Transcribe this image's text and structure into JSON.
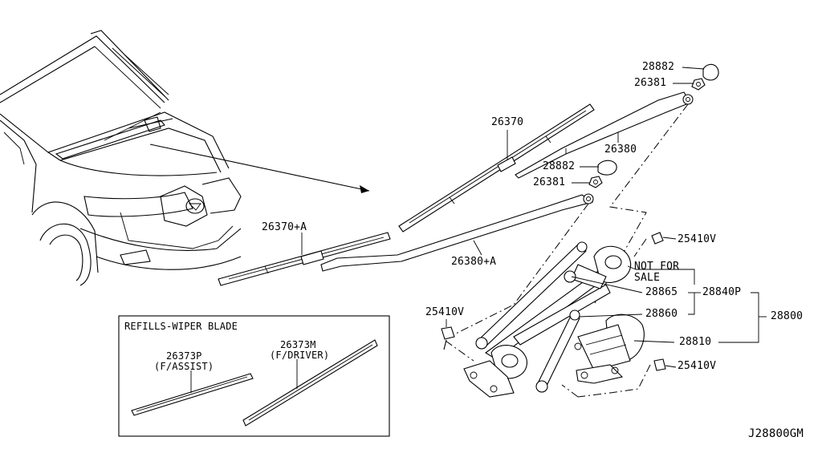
{
  "diagram_code": "J28800GM",
  "refills_box": {
    "title": "REFILLS-WIPER BLADE",
    "assist": {
      "part": "26373P",
      "desc": "(F/ASSIST)"
    },
    "driver": {
      "part": "26373M",
      "desc": "(F/DRIVER)"
    }
  },
  "labels": {
    "cap_upper": "28882",
    "nut_upper": "26381",
    "blade_driver": "26370",
    "arm_driver": "26380",
    "cap_lower": "28882",
    "nut_lower": "26381",
    "blade_assist": "26370+A",
    "arm_assist": "26380+A",
    "bolt_upper": "25410V",
    "not_for_sale_1": "NOT FOR",
    "not_for_sale_2": "SALE",
    "link_28865": "28865",
    "linkage_assy": "28840P",
    "link_28860": "28860",
    "bolt_left": "25410V",
    "wiper_assy": "28800",
    "motor": "28810",
    "bolt_lower": "25410V"
  }
}
